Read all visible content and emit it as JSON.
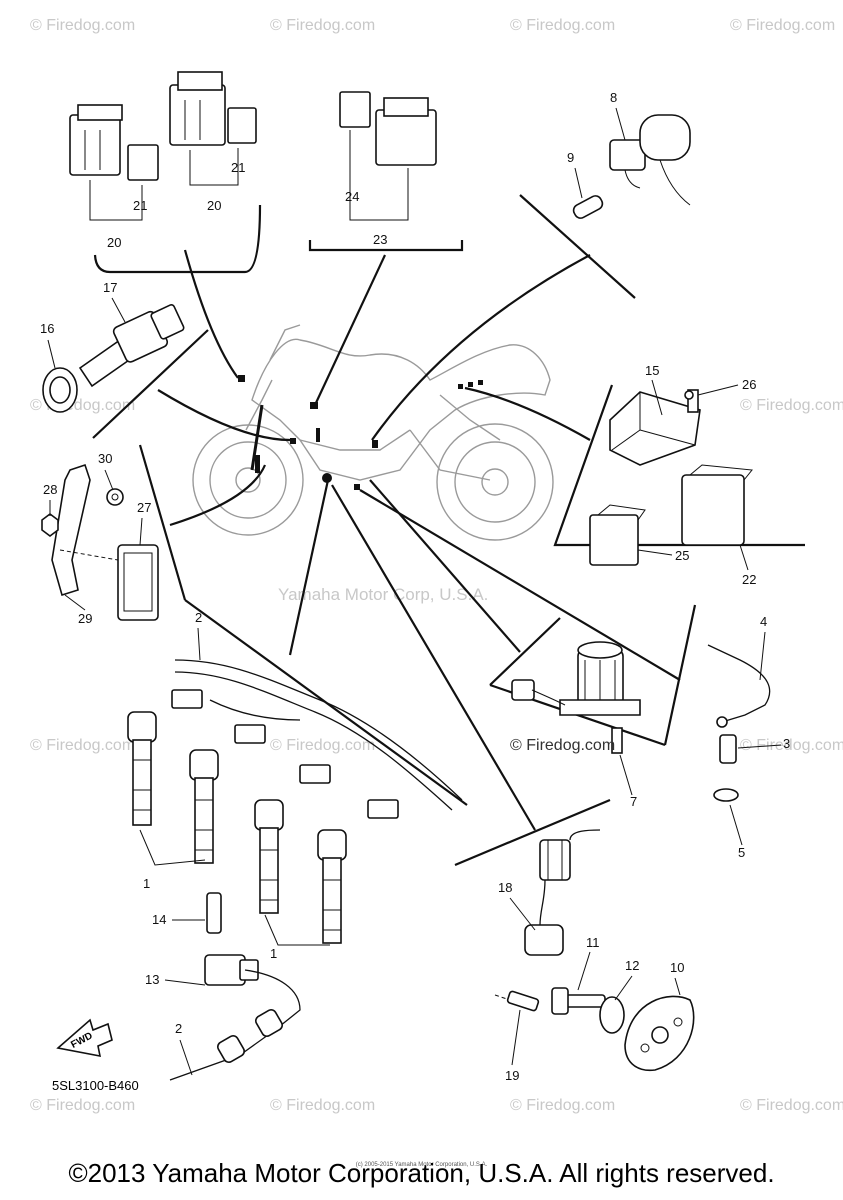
{
  "watermark": "© Firedog.com",
  "center_watermark": "Yamaha Motor Corp, U.S.A.",
  "callouts": [
    "1",
    "2",
    "3",
    "4",
    "5",
    "7",
    "8",
    "9",
    "10",
    "11",
    "12",
    "13",
    "14",
    "15",
    "16",
    "17",
    "18",
    "19",
    "20",
    "21",
    "22",
    "23",
    "24",
    "25",
    "26",
    "27",
    "28",
    "29",
    "30"
  ],
  "diagram_code": "5SL3100-B460",
  "fwd_label": "FWD",
  "copyright_small": "(c) 2005-2015 Yamaha Motor Corporation, U.S.A.",
  "copyright": "©2013 Yamaha Motor Corporation, U.S.A. All rights reserved."
}
